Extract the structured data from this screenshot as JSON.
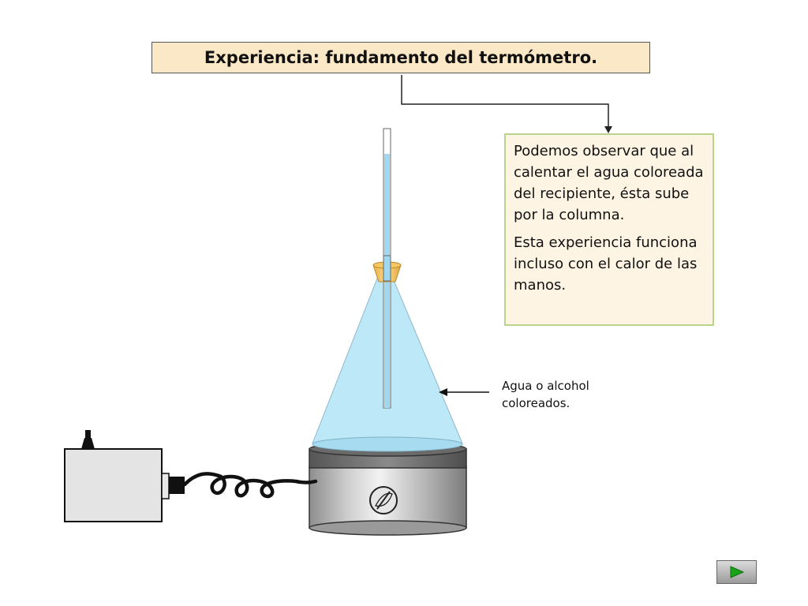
{
  "title": "Experiencia: fundamento del termómetro.",
  "info": {
    "paragraph_1": "Podemos observar que al calentar el agua coloreada del recipiente, ésta sube por la columna.",
    "paragraph_2": "Esta experiencia funciona incluso con el calor de las manos."
  },
  "liquid_label": "Agua o alcohol coloreados.",
  "colors": {
    "title_bg": "#fbe8c6",
    "info_bg": "#fdf4e3",
    "info_border": "#b9d48a",
    "liquid": "#bde8f8",
    "stopper": "#f6c766",
    "button_arrow": "#18a318"
  },
  "navigation": {
    "next_icon": "play-right-icon"
  }
}
